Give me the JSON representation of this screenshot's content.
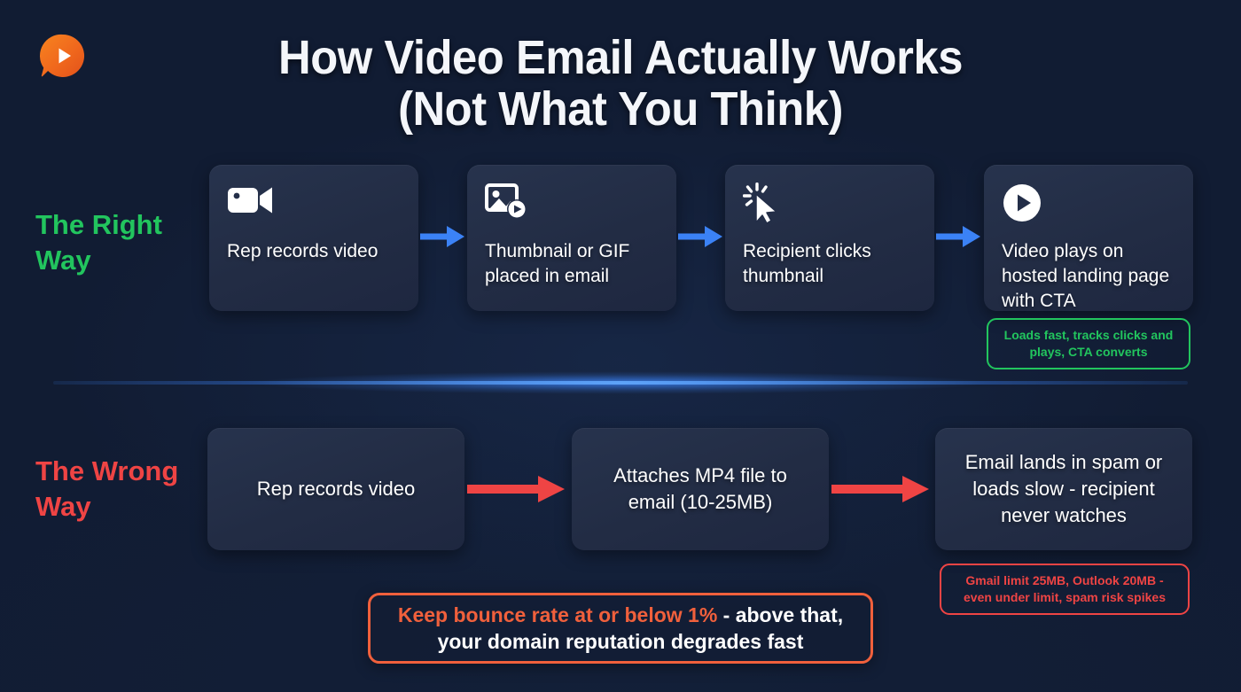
{
  "title": {
    "line1": "How Video Email Actually Works",
    "line2": "(Not What You Think)"
  },
  "logo": {
    "name": "video-chat-bubble-logo",
    "color": "#f26a1b"
  },
  "colors": {
    "background": "#111c33",
    "card": "#232e48",
    "green": "#22c55e",
    "red": "#ef4444",
    "blue_arrow": "#3b82f6",
    "red_arrow": "#ef4444",
    "orange": "#f0603c",
    "text": "#ffffff"
  },
  "rows": [
    {
      "label_line1": "The Right",
      "label_line2": "Way",
      "label_color": "#22c55e",
      "arrow_color": "#3b82f6",
      "steps": [
        {
          "icon": "video-camera-icon",
          "text": "Rep records video"
        },
        {
          "icon": "image-play-icon",
          "text": "Thumbnail or GIF placed in email"
        },
        {
          "icon": "click-cursor-icon",
          "text": "Recipient clicks thumbnail"
        },
        {
          "icon": "play-circle-icon",
          "text": "Video plays on hosted landing page with CTA"
        }
      ],
      "badge": "Loads fast, tracks clicks and plays, CTA converts"
    },
    {
      "label_line1": "The Wrong",
      "label_line2": "Way",
      "label_color": "#ef4444",
      "arrow_color": "#ef4444",
      "steps": [
        {
          "icon": "",
          "text": "Rep records video"
        },
        {
          "icon": "",
          "text": "Attaches MP4 file to email (10-25MB)"
        },
        {
          "icon": "",
          "text": "Email lands in spam or loads slow - recipient never watches"
        }
      ],
      "badge": "Gmail limit 25MB, Outlook 20MB - even under limit, spam risk spikes"
    }
  ],
  "callout": {
    "highlight": "Keep bounce rate at or below 1%",
    "rest": " - above that, your domain reputation degrades fast"
  }
}
